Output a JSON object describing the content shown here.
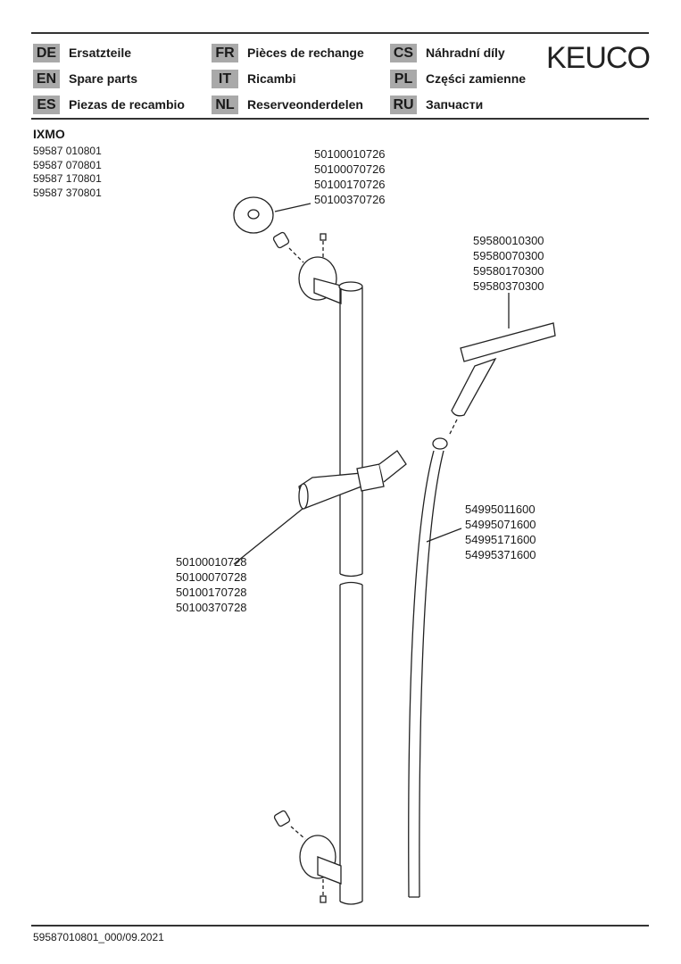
{
  "header": {
    "languages": [
      {
        "code": "DE",
        "label": "Ersatzteile"
      },
      {
        "code": "EN",
        "label": "Spare parts"
      },
      {
        "code": "ES",
        "label": "Piezas de recambio"
      },
      {
        "code": "FR",
        "label": "Pièces de rechange"
      },
      {
        "code": "IT",
        "label": "Ricambi"
      },
      {
        "code": "NL",
        "label": "Reserveonderdelen"
      },
      {
        "code": "CS",
        "label": "Náhradní díly"
      },
      {
        "code": "PL",
        "label": "Części zamienne"
      },
      {
        "code": "RU",
        "label": "Запчасти"
      }
    ],
    "logo": "KEUCO"
  },
  "product": {
    "name": "IXMO",
    "article_numbers": [
      "59587 010801",
      "59587 070801",
      "59587 170801",
      "59587 370801"
    ]
  },
  "parts": {
    "wall_bracket_top": [
      "50100010726",
      "50100070726",
      "50100170726",
      "50100370726"
    ],
    "hand_shower": [
      "59580010300",
      "59580070300",
      "59580170300",
      "59580370300"
    ],
    "shower_hose": [
      "54995011600",
      "54995071600",
      "54995171600",
      "54995371600"
    ],
    "slider": [
      "50100010728",
      "50100070728",
      "50100170728",
      "50100370728"
    ]
  },
  "footer": {
    "doc_id": "59587010801_000/09.2021"
  }
}
